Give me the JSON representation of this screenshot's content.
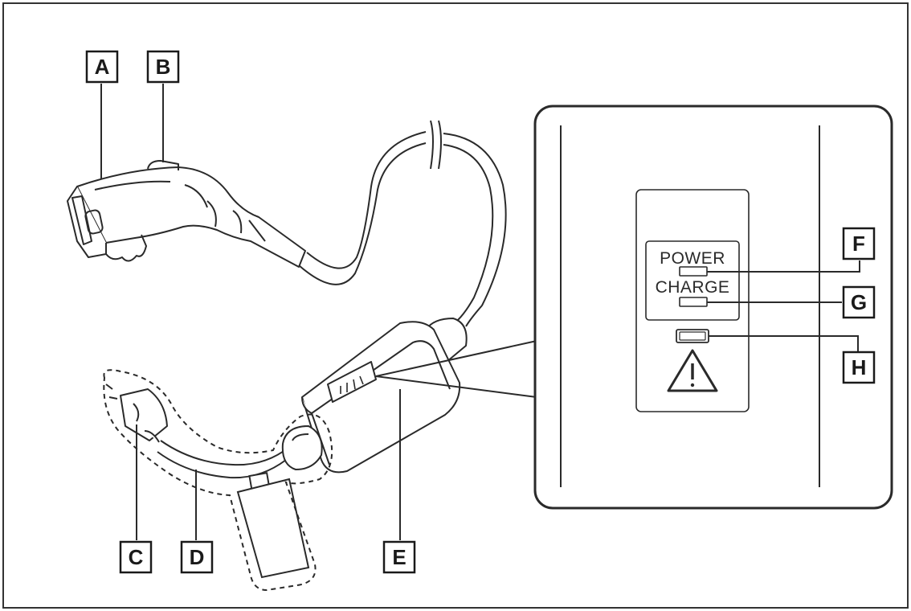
{
  "labels": {
    "a": "A",
    "b": "B",
    "c": "C",
    "d": "D",
    "e": "E",
    "f": "F",
    "g": "G",
    "h": "H"
  },
  "panel": {
    "power_text": "POWER",
    "charge_text": "CHARGE"
  },
  "icons": {
    "warning": "warning-triangle-icon"
  },
  "colors": {
    "line": "#2a2a2a",
    "background": "#ffffff"
  }
}
